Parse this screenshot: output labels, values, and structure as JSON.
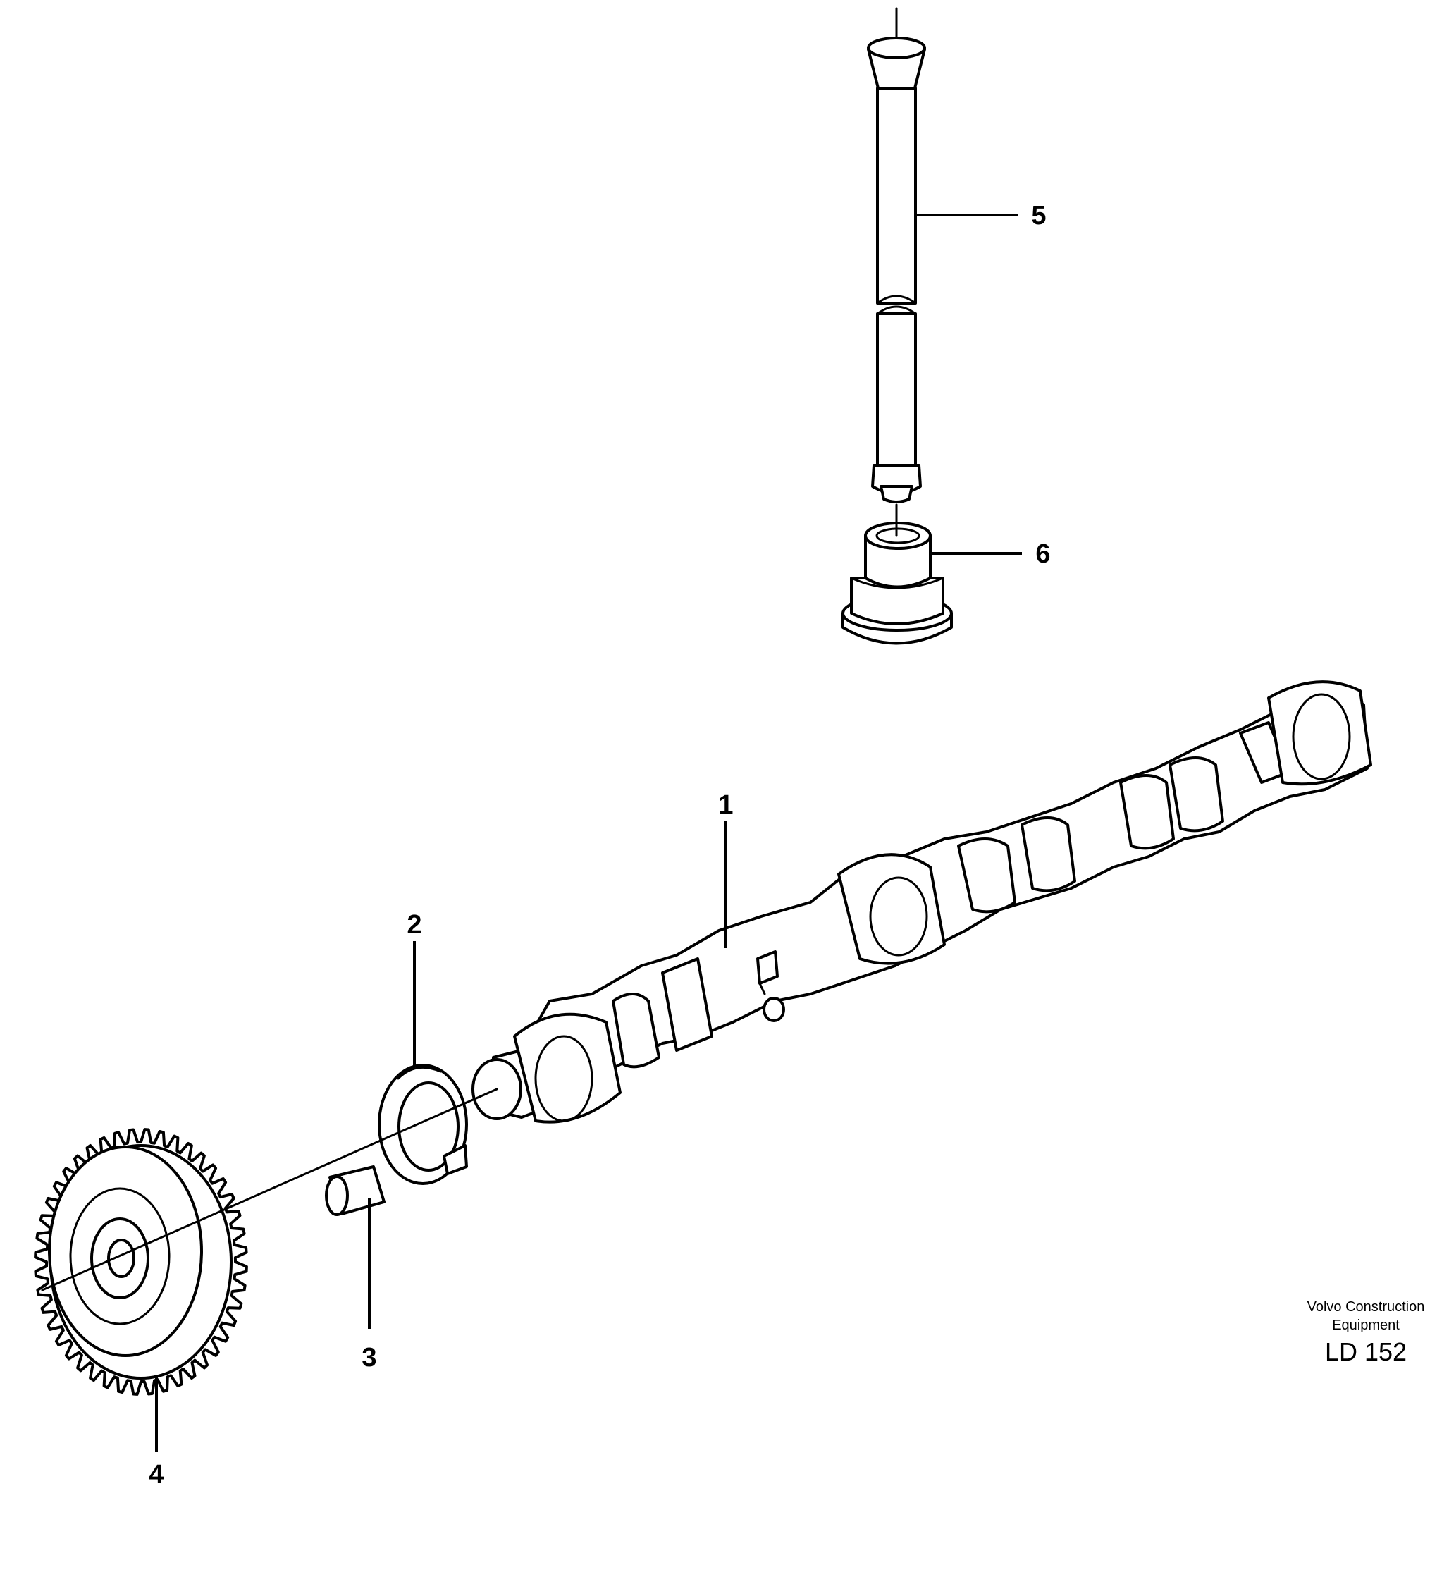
{
  "callouts": {
    "c1": "1",
    "c2": "2",
    "c3": "3",
    "c4": "4",
    "c5": "5",
    "c6": "6"
  },
  "footer": {
    "company_line1": "Volvo Construction",
    "company_line2": "Equipment",
    "drawing_code": "LD 152"
  }
}
